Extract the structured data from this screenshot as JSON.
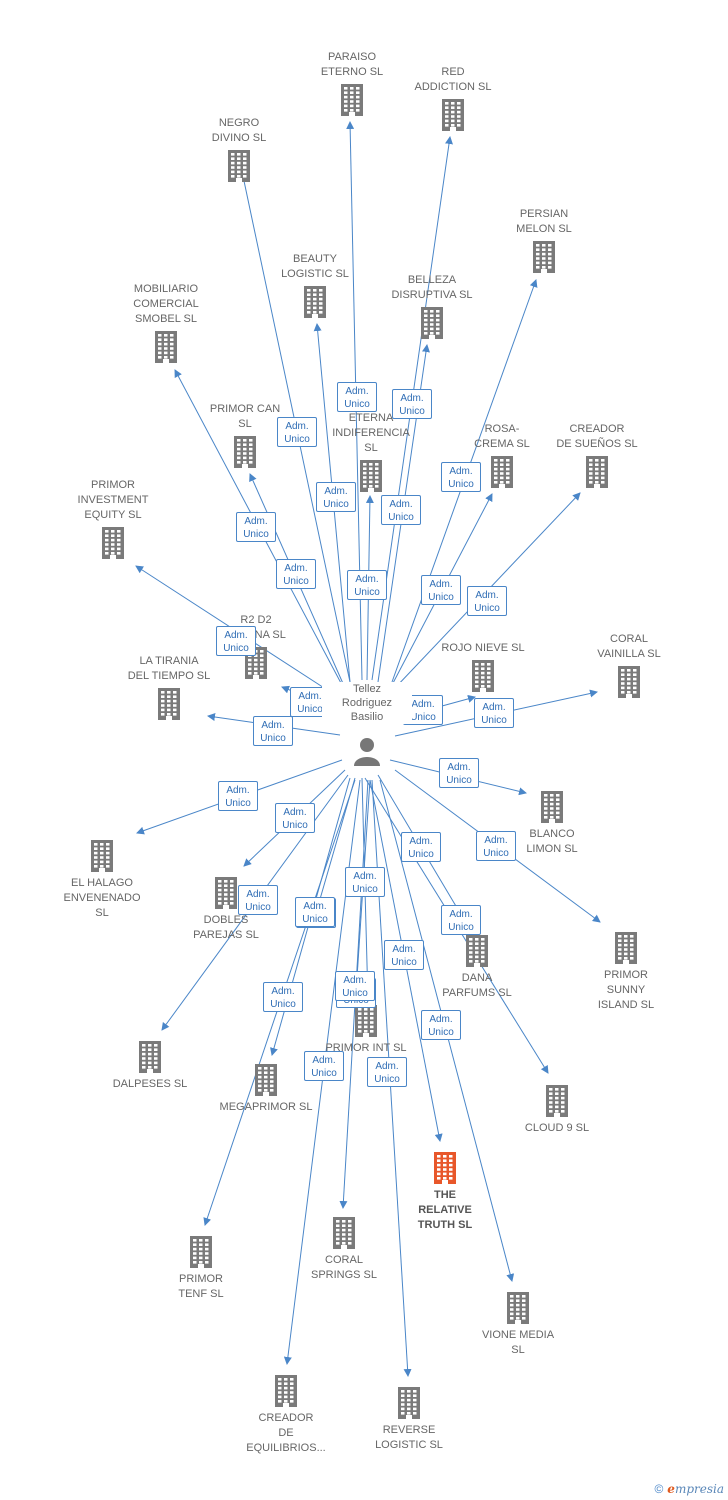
{
  "colors": {
    "edge": "#4a86c8",
    "building": "#7a7a7a",
    "highlight": "#e8572a",
    "person": "#777777"
  },
  "person": {
    "name": "Tellez\nRodriguez\nBasilio",
    "icon": "person-icon"
  },
  "nodes": [
    {
      "id": "paraiso",
      "label": "PARAISO\nETERNO  SL"
    },
    {
      "id": "red",
      "label": "RED\nADDICTION  SL"
    },
    {
      "id": "negro",
      "label": "NEGRO\nDIVINO SL"
    },
    {
      "id": "persian",
      "label": "PERSIAN\nMELON SL"
    },
    {
      "id": "beauty",
      "label": "BEAUTY\nLOGISTIC  SL"
    },
    {
      "id": "belleza",
      "label": "BELLEZA\nDISRUPTIVA  SL"
    },
    {
      "id": "mobiliario",
      "label": "MOBILIARIO\nCOMERCIAL\nSMOBEL  SL"
    },
    {
      "id": "primorcan",
      "label": "PRIMOR CAN\nSL"
    },
    {
      "id": "indiferencia",
      "label": "ETERNA\nINDIFERENCIA\nSL"
    },
    {
      "id": "rosa",
      "label": "ROSA-\nCREMA SL"
    },
    {
      "id": "creador",
      "label": "CREADOR\nDE SUEÑOS  SL"
    },
    {
      "id": "investment",
      "label": "PRIMOR\nINVESTMENT\nEQUITY  SL"
    },
    {
      "id": "r2d2",
      "label": "R2 D2\nESPANA  SL"
    },
    {
      "id": "rojo",
      "label": "ROJO NIEVE SL"
    },
    {
      "id": "coral",
      "label": "CORAL\nVAINILLA SL"
    },
    {
      "id": "tirania",
      "label": "LA TIRANIA\nDEL TIEMPO  SL"
    },
    {
      "id": "blanco",
      "label": "BLANCO\nLIMON SL"
    },
    {
      "id": "halago",
      "label": "EL HALAGO\nENVENENADO\nSL"
    },
    {
      "id": "dobles",
      "label": "DOBLES\nPAREJAS SL"
    },
    {
      "id": "sunny",
      "label": "PRIMOR\nSUNNY\nISLAND  SL"
    },
    {
      "id": "dana",
      "label": "DANA\nPARFUMS  SL"
    },
    {
      "id": "dalpeses",
      "label": "DALPESES SL"
    },
    {
      "id": "primorint",
      "label": "PRIMOR INT  SL"
    },
    {
      "id": "megaprimor",
      "label": "MEGAPRIMOR SL"
    },
    {
      "id": "cloud9",
      "label": "CLOUD 9  SL"
    },
    {
      "id": "relative",
      "label": "THE\nRELATIVE\nTRUTH  SL",
      "highlight": true
    },
    {
      "id": "tenf",
      "label": "PRIMOR\nTENF  SL"
    },
    {
      "id": "springs",
      "label": "CORAL\nSPRINGS SL"
    },
    {
      "id": "vione",
      "label": "VIONE MEDIA\nSL"
    },
    {
      "id": "equilibrios",
      "label": "CREADOR\nDE\nEQUILIBRIOS..."
    },
    {
      "id": "reverse",
      "label": "REVERSE\nLOGISTIC  SL"
    }
  ],
  "edge_label": "Adm.\nUnico",
  "footer": {
    "copyright": "©",
    "brand_first": "e",
    "brand_rest": "mpresia"
  }
}
